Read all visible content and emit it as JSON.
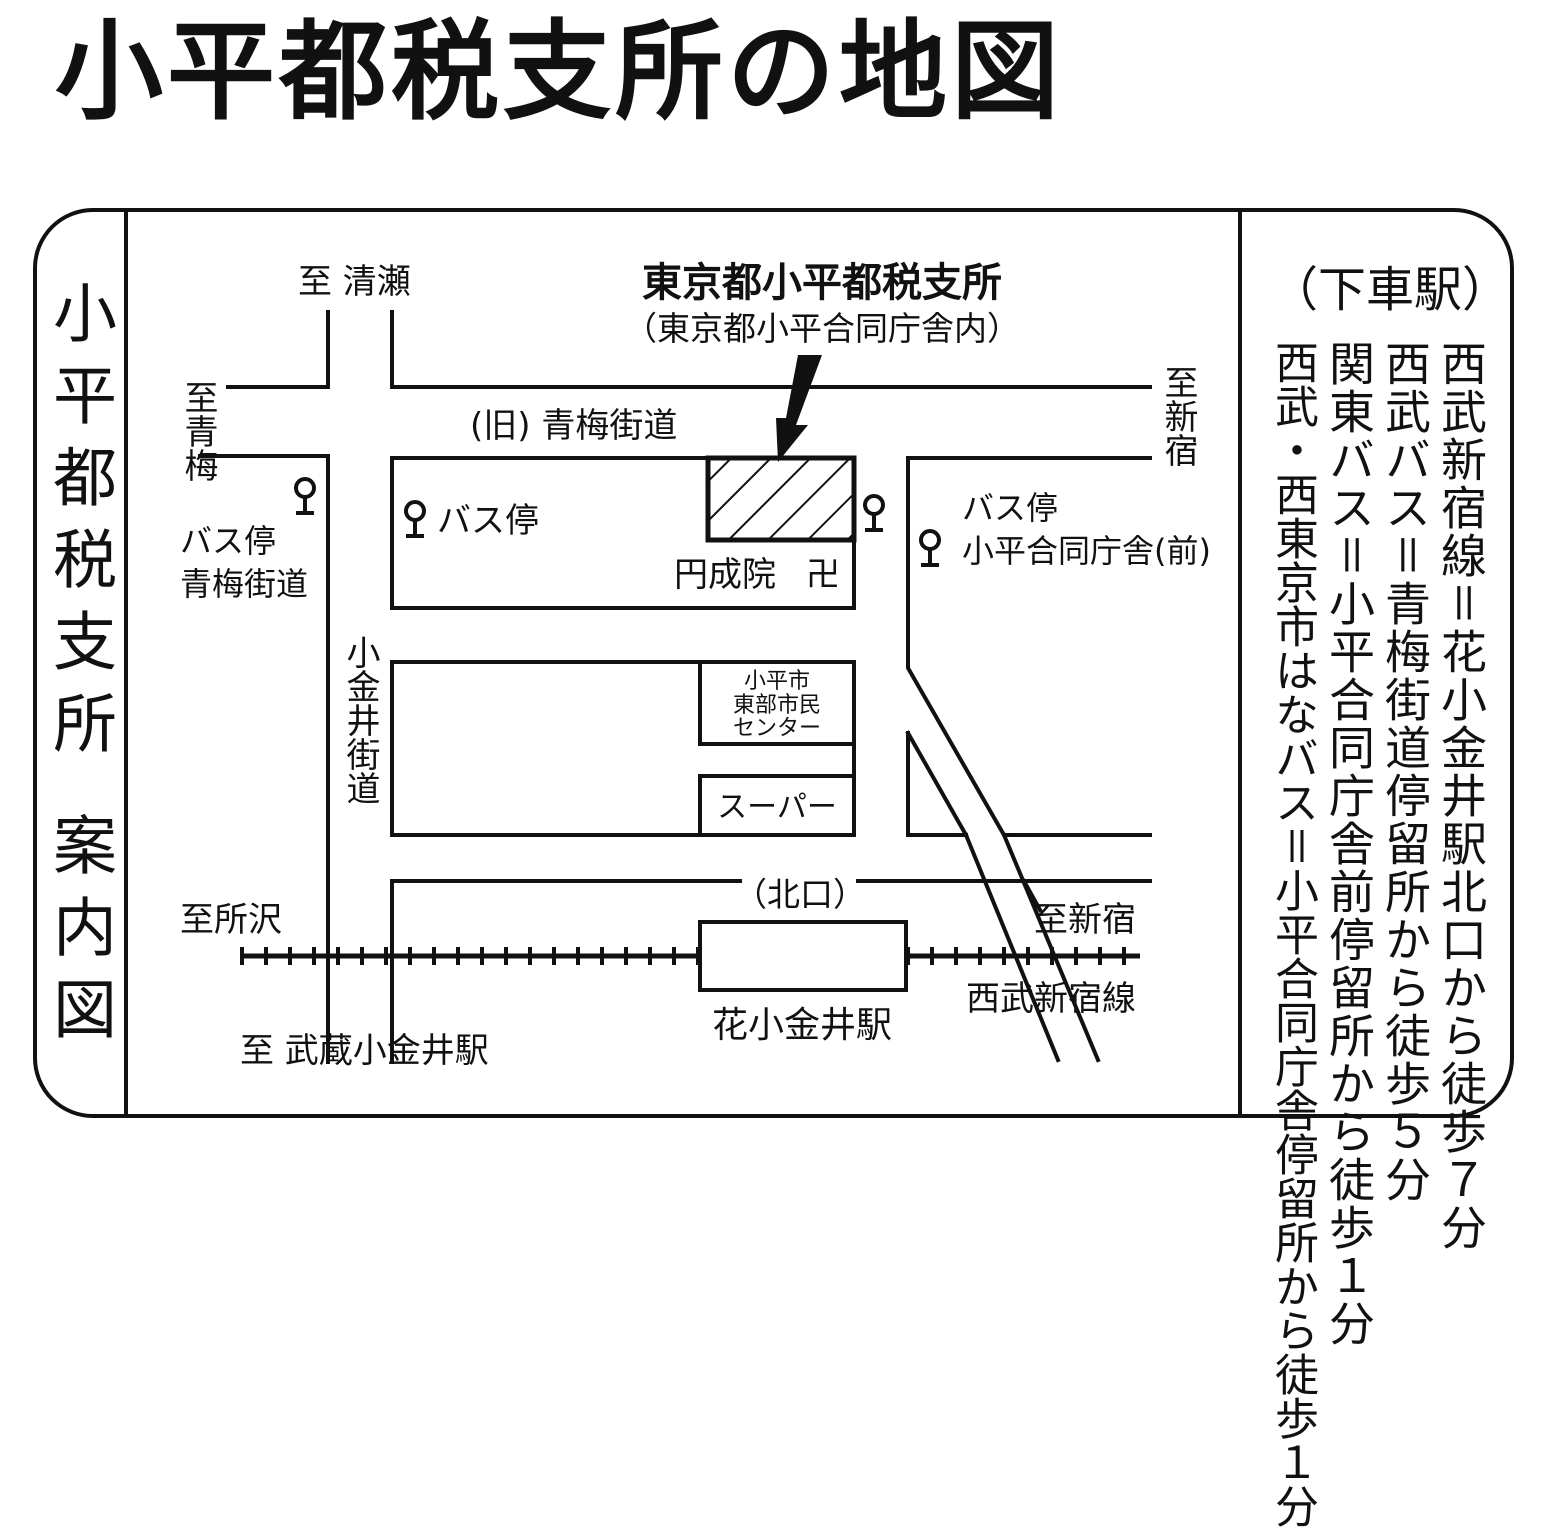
{
  "page_title": "小平都税支所の地図",
  "side_title": "小平都税支所",
  "side_subtitle": "案内図",
  "map": {
    "office_name": "東京都小平都税支所",
    "office_subtitle": "（東京都小平合同庁舎内）",
    "labels": {
      "to_kiyose": "至 清瀬",
      "to_ome": "至青梅",
      "to_shinjuku_north": "至新宿",
      "old_ome_kaido": "(旧) 青梅街道",
      "bus_stop": "バス停",
      "bus_stop_ome_line1": "バス停",
      "bus_stop_ome_line2": "青梅街道",
      "bus_stop_godo_line1": "バス停",
      "bus_stop_godo_line2": "小平合同庁舎(前)",
      "enjoin": "円成院",
      "temple_symbol": "卍",
      "koganei_kaido": "小金井街道",
      "community_center_line1": "小平市",
      "community_center_line2": "東部市民",
      "community_center_line3": "センター",
      "supermarket": "スーパー",
      "north_exit": "（北口）",
      "to_tokorozawa": "至所沢",
      "to_shinjuku_south": "至新宿",
      "seibu_shinjuku_line": "西武新宿線",
      "hanakoganei_station": "花小金井駅",
      "to_musashi_koganei": "至 武蔵小金井駅"
    }
  },
  "access": {
    "header": "（下車駅）",
    "routes": [
      "西武新宿線＝花小金井駅北口から徒歩７分",
      "西武バス＝青梅街道停留所から徒歩５分",
      "関東バス＝小平合同庁舎前停留所から徒歩１分",
      "西武・西東京市はなバス＝小平合同庁舎停留所から徒歩１分"
    ]
  }
}
